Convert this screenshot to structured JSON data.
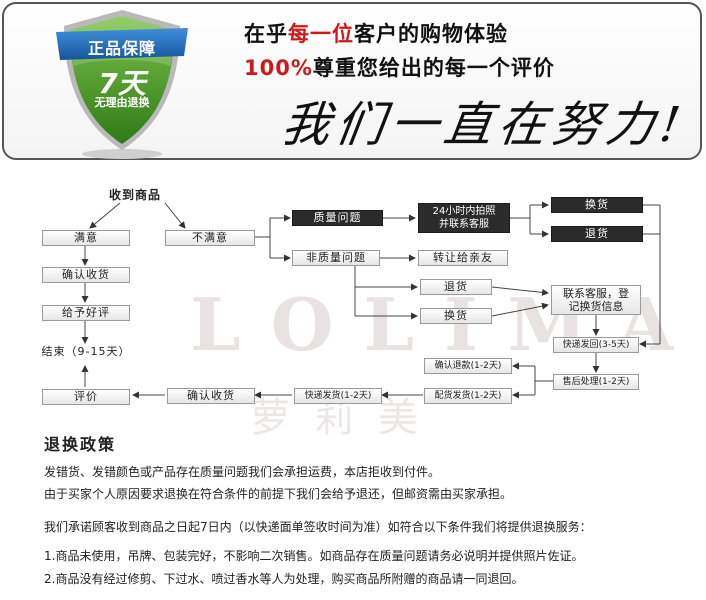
{
  "banner": {
    "line1_prefix": "在乎",
    "line1_highlight": "每一位",
    "line1_suffix": "客户的购物体验",
    "line2_highlight": "100%",
    "line2_suffix": "尊重您给出的每一个评价",
    "slogan": "我们一直在努力!",
    "shield": {
      "ribbon": "正品保障",
      "days": "7天",
      "subtitle": "无理由退换"
    },
    "colors": {
      "highlight": "#d01818",
      "shield_green": "#4a9a2a",
      "ribbon_blue": "#1e6bb8"
    }
  },
  "flow": {
    "start": "收到商品",
    "satisfied": "满意",
    "unsatisfied": "不满意",
    "confirm_receipt": "确认收货",
    "good_review": "给予好评",
    "end": "结束（9-15天）",
    "review": "评价",
    "confirm_receipt2": "确认收货",
    "quality_issue": "质量问题",
    "non_quality_issue": "非质量问题",
    "photo_contact_l1": "24小时内拍照",
    "photo_contact_l2": "并联系客服",
    "exchange1": "换货",
    "refund1": "退货",
    "gift": "转让给亲友",
    "refund2": "退货",
    "exchange2": "换货",
    "contact_l1": "联系客服，登",
    "contact_l2": "记换货信息",
    "express_return": "快递发回(3-5天)",
    "confirm_refund": "确认退款(1-2天)",
    "after_sales": "售后处理(1-2天)",
    "ship_goods": "配货发货(1-2天)",
    "express_ship": "快递发货(1-2天)"
  },
  "watermark": {
    "main": "LOLIMA",
    "sub": "萝莉美"
  },
  "policy": {
    "title": "退换政策",
    "p1": "发错货、发错颜色或产品存在质量问题我们会承担运费，本店拒收到付件。",
    "p2": "由于买家个人原因要求退换在符合条件的前提下我们会给予退还，但邮资需由买家承担。",
    "p3": "我们承诺顾客收到商品之日起7日内（以快递面单签收时间为准）如符合以下条件我们将提供退换服务：",
    "p4": "1.商品未使用，吊牌、包装完好，不影响二次销售。如商品存在质量问题请务必说明并提供照片佐证。",
    "p5": "2.商品没有经过修剪、下过水、喷过香水等人为处理，购买商品所附赠的商品请一同退回。"
  }
}
